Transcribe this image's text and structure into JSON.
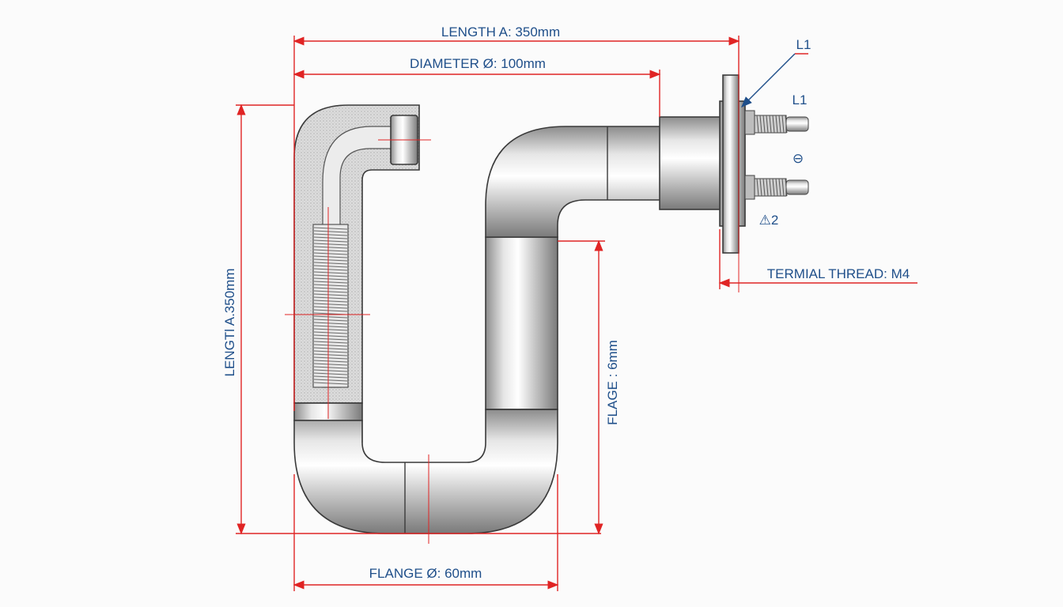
{
  "colors": {
    "dimension_line": "#e02424",
    "label_text": "#1f4f8a",
    "pipe_metal": "#c8c8c8",
    "insulation": "#d9d9d9",
    "background": "#fbfbfb"
  },
  "labels": {
    "length_top": "LENGTH A: 350mm",
    "diameter": "DIAMETER Ø: 100mm",
    "length_left": "LENGTl A.350mm",
    "flange_bottom": "FLANGE Ø: 60mm",
    "flage_right": "FLAGE : 6mm",
    "terminal_thread": "TERMIAL THREAD: M4",
    "callout_l1_top": "L1",
    "callout_l1": "L1",
    "callout_minus": "⊖",
    "callout_warning": "⚠2"
  },
  "icons": [
    "warning-triangle-icon",
    "minus-circle-icon"
  ]
}
